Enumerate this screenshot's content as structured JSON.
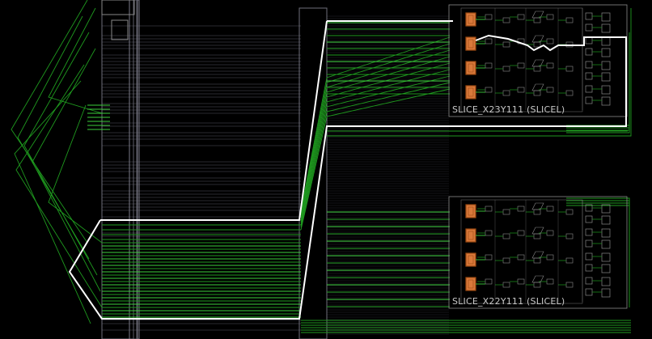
{
  "view": {
    "background": "#000000",
    "colors": {
      "net": "#1f9a1f",
      "net_bright": "#3ccf3c",
      "selected_net": "#ffffff",
      "wire_gray": "#7a7a88",
      "box_gray": "#8a8a8a",
      "lut": "#d9793a",
      "lut_border": "#9c4a12",
      "label": "#c8c8c8"
    }
  },
  "slices": [
    {
      "id": "slice-x23y111",
      "label": "SLICE_X23Y111 (SLICEL)"
    },
    {
      "id": "slice-x22y111",
      "label": "SLICE_X22Y111 (SLICEL)"
    }
  ],
  "icons": {
    "lut_cell": "lut-cell-icon",
    "flip_flop": "flip-flop-icon",
    "mux": "mux-icon"
  }
}
